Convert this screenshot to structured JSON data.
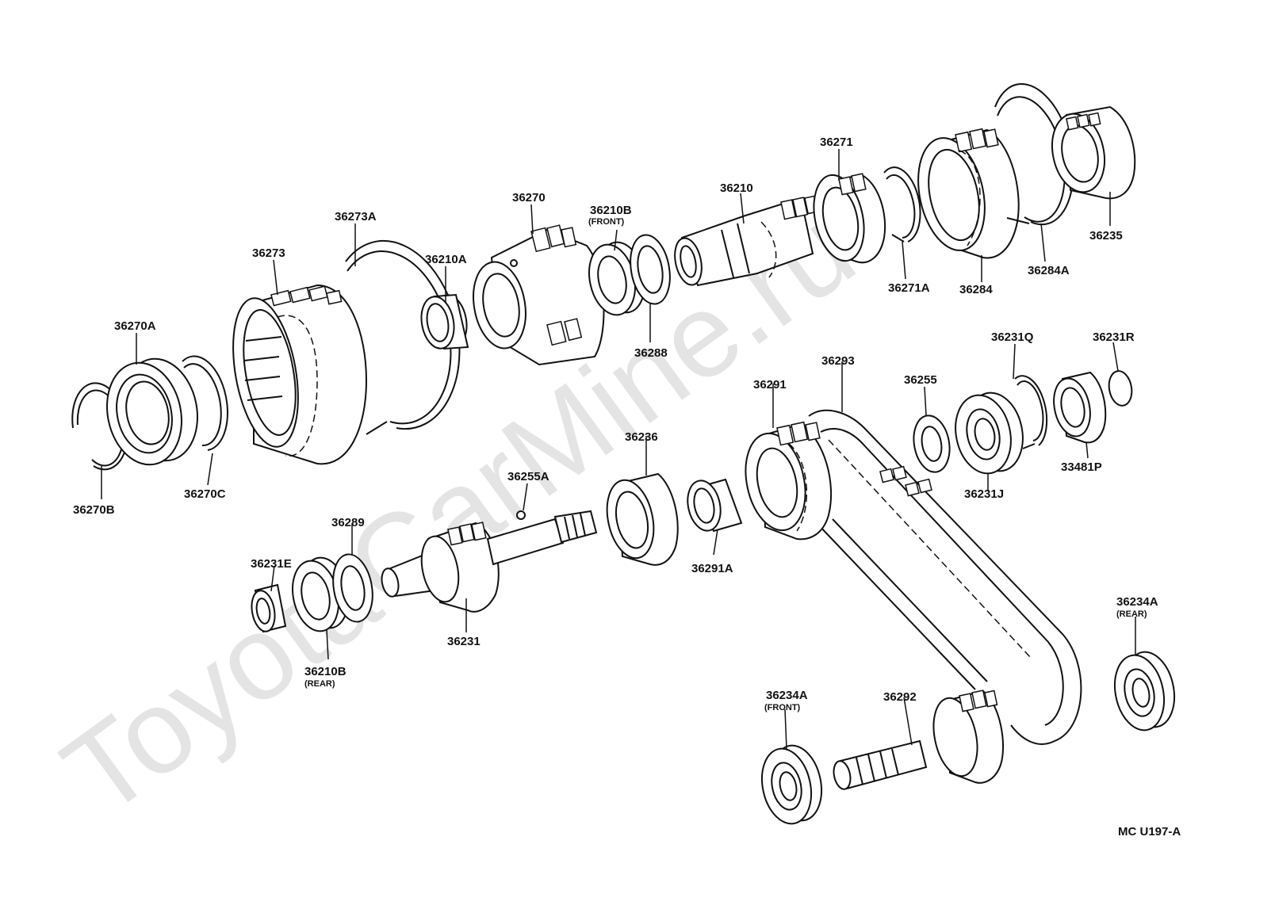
{
  "watermark": "ToyotaCarMine.ru",
  "diagram_code": "MC U197-A",
  "labels": {
    "p36273A": "36273A",
    "p36273": "36273",
    "p36270A": "36270A",
    "p36270B": "36270B",
    "p36270C": "36270C",
    "p36210A": "36210A",
    "p36270": "36270",
    "p36210B_front": "36210B",
    "front_note_1": "(FRONT)",
    "p36288": "36288",
    "p36210": "36210",
    "p36271": "36271",
    "p36271A": "36271A",
    "p36284": "36284",
    "p36284A": "36284A",
    "p36235": "36235",
    "p36231Q": "36231Q",
    "p36231R": "36231R",
    "p36255": "36255",
    "p36231J": "36231J",
    "p33481P": "33481P",
    "p36293": "36293",
    "p36291": "36291",
    "p36236": "36236",
    "p36255A": "36255A",
    "p36291A": "36291A",
    "p36289": "36289",
    "p36231E": "36231E",
    "p36231": "36231",
    "p36210B_rear": "36210B",
    "rear_note_1": "(REAR)",
    "p36234A_rear": "36234A",
    "rear_note_2": "(REAR)",
    "p36234A_front": "36234A",
    "front_note_2": "(FRONT)",
    "p36292": "36292"
  }
}
